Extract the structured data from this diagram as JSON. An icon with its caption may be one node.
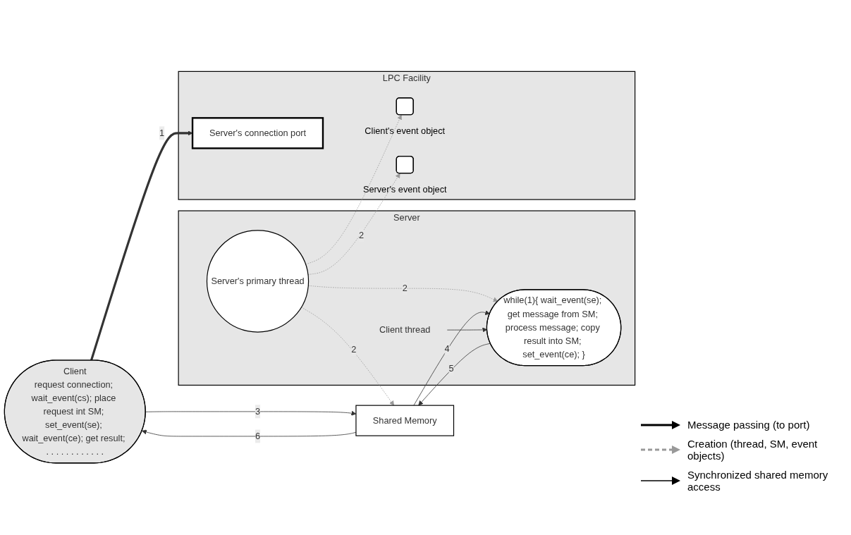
{
  "diagram": {
    "nodes": [
      {
        "text": [
          "Client",
          "request connection; wait_event(cs); place request int SM; set_event(se); wait_event(ce); get result; . . . . . . . . . . . ."
        ]
      },
      {
        "text": [
          "Shared Memory"
        ]
      },
      {
        "text": [
          "Server"
        ]
      },
      {
        "text": [
          "Server's primary thread"
        ],
        "in": 2
      },
      {
        "text": [
          "Client thread"
        ],
        "in": 2
      },
      {
        "text": [
          "while(1){ wait_event(se); get message from SM; process message; copy result into SM; set_event(ce); }"
        ],
        "in": 2
      },
      {
        "text": [
          "LPC Facility"
        ]
      },
      {
        "text": [
          "Server's connection port"
        ],
        "in": 6
      },
      {
        "text": [],
        "shape": "box",
        "in": 6,
        "beside": [
          "Client's event object"
        ]
      },
      {
        "text": [],
        "shape": "box",
        "in": 6,
        "beside": [
          "Server's event object"
        ]
      }
    ],
    "edges": [
      {
        "from": 0,
        "to": 7,
        "arrow": "to",
        "label": "1",
        "style": "thick"
      },
      {
        "from": 3,
        "to": 1,
        "arrow": "to",
        "label": "2",
        "style": "dashed",
        "color": "#999999"
      },
      {
        "from": 3,
        "to": 5,
        "arrow": "to",
        "label": "2",
        "style": "dashed",
        "color": "#999999"
      },
      {
        "from": 3,
        "to": 8,
        "arrow": "to",
        "style": "dashed",
        "color": "#999999"
      },
      {
        "from": 3,
        "to": 9,
        "arrow": "to",
        "label": "2",
        "style": "dashed",
        "color": "#999999"
      },
      {
        "from": 0,
        "to": 1,
        "arrow": "to",
        "label": "3"
      },
      {
        "from": 1,
        "to": 5,
        "arrow": "to",
        "label": "4"
      },
      {
        "from": 5,
        "to": 1,
        "arrow": "to",
        "label": "5"
      },
      {
        "from": 1,
        "to": 0,
        "arrow": "to",
        "label": "6"
      },
      {
        "from": 4,
        "to": 5,
        "arrow": "to"
      }
    ],
    "legend": [
      {
        "text": "Message passing (to port)"
      },
      {
        "text": "Creation (thread, SM, event objects)"
      },
      {
        "text": "Synchronized shared memory access"
      }
    ]
  }
}
